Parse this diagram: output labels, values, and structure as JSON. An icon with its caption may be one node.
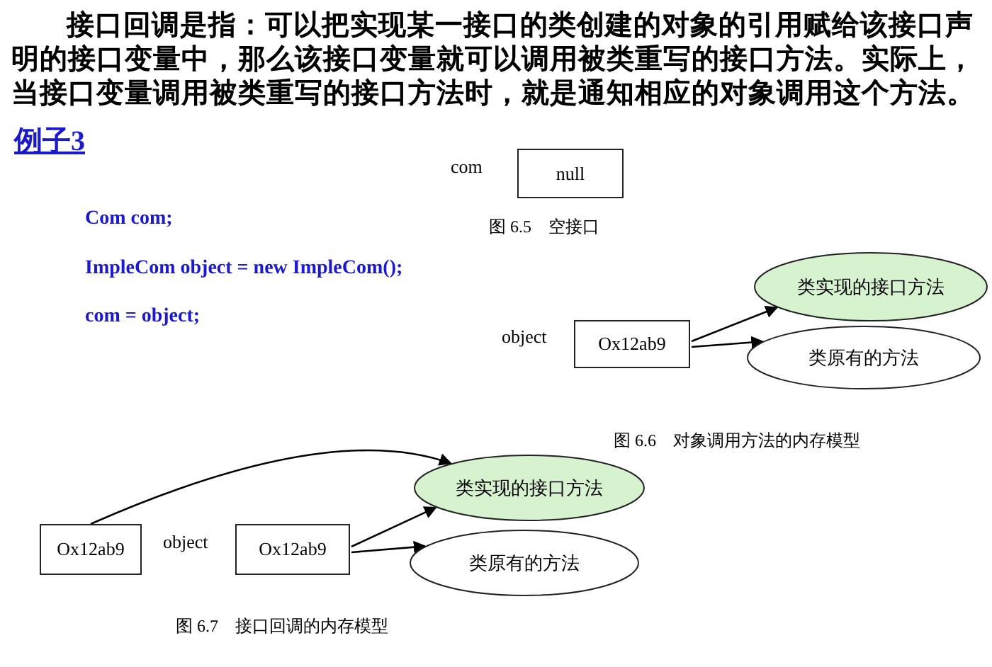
{
  "diagram": {
    "nodes": [
      {
        "text": [
          "null"
        ],
        "beside": [
          "com"
        ]
      },
      {
        "text": [
          "Ox12ab9"
        ],
        "beside": [
          "object"
        ]
      },
      {
        "text": [
          "类实现的接口方法"
        ]
      },
      {
        "text": [
          "类原有的方法"
        ]
      },
      {
        "text": [
          "Ox12ab9"
        ]
      },
      {
        "text": [
          "Ox12ab9"
        ],
        "beside": [
          "object"
        ]
      },
      {
        "text": [
          "类实现的接口方法"
        ]
      },
      {
        "text": [
          "类原有的方法"
        ]
      }
    ],
    "edges": [
      {
        "from": 1,
        "to": 2,
        "arrow": "to"
      },
      {
        "from": 1,
        "to": 3,
        "arrow": "to"
      },
      {
        "from": 4,
        "to": 6,
        "arrow": "to"
      },
      {
        "from": 5,
        "to": 6,
        "arrow": "to"
      },
      {
        "from": 5,
        "to": 7,
        "arrow": "to"
      }
    ],
    "labels": [
      "接口回调是指：可以把实现某一接口的类创建的对象的引用赋给该接口声明的接口变量中，那么该接口变量就可以调用被类重写的接口方法。实际上，当接口变量调用被类重写的接口方法时，就是通知相应的对象调用这个方法。",
      "例子3",
      "Com com;",
      "ImpleCom object = new ImpleCom();",
      "com = object;",
      "图 6.5　空接口",
      "图 6.6　对象调用方法的内存模型",
      "图 6.7　接口回调的内存模型"
    ]
  }
}
